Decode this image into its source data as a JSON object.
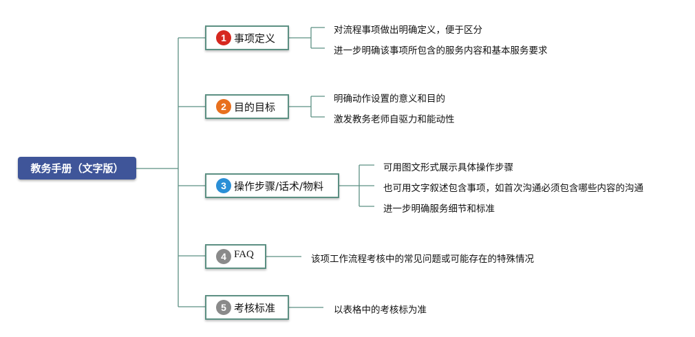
{
  "colors": {
    "root_bg": "#3f5599",
    "line": "#5b8f82",
    "badge1": "#d6281f",
    "badge2": "#e8701e",
    "badge3": "#2b8fd6",
    "badge4": "#8a8a8a",
    "badge5": "#8a8a8a"
  },
  "root": {
    "label": "教务手册（文字版）"
  },
  "branches": [
    {
      "num": "1",
      "label": "事项定义",
      "items": [
        "对流程事项做出明确定义，便于区分",
        "进一步明确该事项所包含的服务内容和基本服务要求"
      ]
    },
    {
      "num": "2",
      "label": "目的目标",
      "items": [
        "明确动作设置的意义和目的",
        "激发教务老师自驱力和能动性"
      ]
    },
    {
      "num": "3",
      "label": "操作步骤/话术/物料",
      "items": [
        "可用图文形式展示具体操作步骤",
        "也可用文字叙述包含事项，如首次沟通必须包含哪些内容的沟通",
        "进一步明确服务细节和标准"
      ]
    },
    {
      "num": "4",
      "label": "FAQ",
      "items": [
        "该项工作流程考核中的常见问题或可能存在的特殊情况"
      ]
    },
    {
      "num": "5",
      "label": "考核标准",
      "items": [
        "以表格中的考核标为准"
      ]
    }
  ]
}
